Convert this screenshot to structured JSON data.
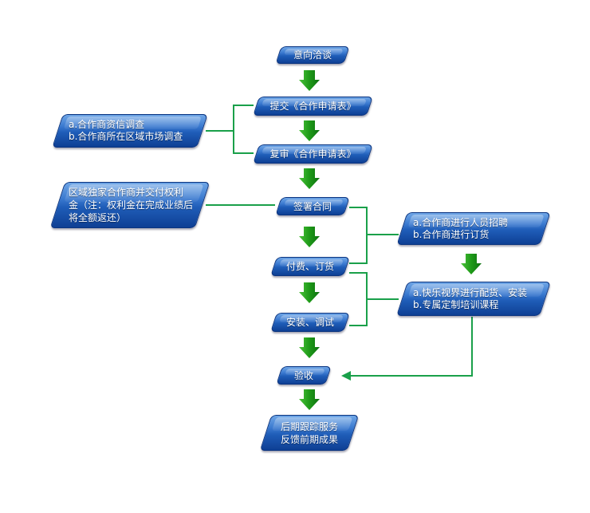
{
  "colors": {
    "box_top": "#6fa6e6",
    "box_bottom": "#0e3f94",
    "connector": "#1aa04a",
    "arrow": "#22a01a"
  },
  "main_flow": [
    {
      "id": "intent",
      "label": "意向洽谈"
    },
    {
      "id": "submit",
      "label": "提交《合作申请表》"
    },
    {
      "id": "review",
      "label": "复审《合作申请表》"
    },
    {
      "id": "sign",
      "label": "签署合同"
    },
    {
      "id": "pay",
      "label": "付费、订货"
    },
    {
      "id": "install",
      "label": "安装、调试"
    },
    {
      "id": "accept",
      "label": "验收"
    },
    {
      "id": "followup",
      "label": "后期跟踪服务\n反馈前期成果"
    }
  ],
  "side_notes": {
    "investigation": "a.合作商资信调查\nb.合作商所在区域市场调查",
    "exclusive": "区域独家合作商并交付权利\n金（注：权利金在完成业绩后\n将全额返还）",
    "partner_actions": "a.合作商进行人员招聘\nb.合作商进行订货",
    "company_actions": "a.快乐视界进行配货、安装\nb.专属定制培训课程"
  }
}
